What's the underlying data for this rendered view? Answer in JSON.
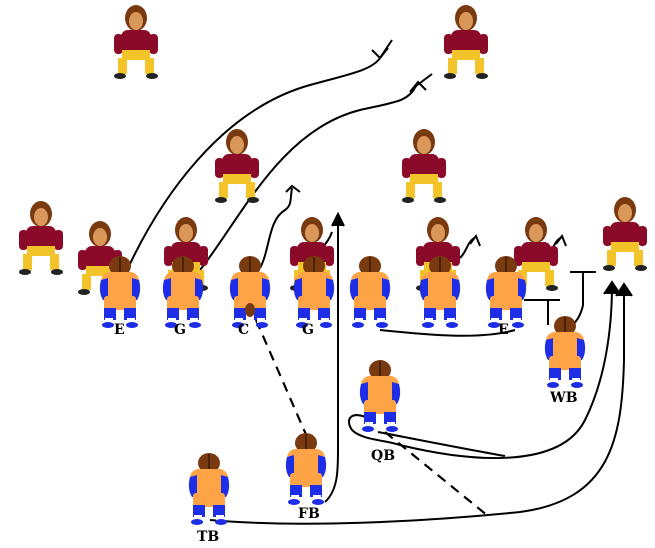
{
  "diagram": {
    "labels": {
      "e_left": "E",
      "g_left": "G",
      "c": "C",
      "g_right": "G",
      "e_right": "E",
      "qb": "QB",
      "wb": "WB",
      "fb": "FB",
      "tb": "TB"
    },
    "colors": {
      "offense_jersey": "#ffa347",
      "offense_trim": "#1e2ee6",
      "defense_jersey": "#8b0a2a",
      "defense_pants": "#f2c42a",
      "helmet_offense": "#7a3a10",
      "skin": "#c98a50",
      "route_line": "#000000"
    },
    "player_icons": {
      "offense": "blocker-stance-icon",
      "defense": "defender-stance-icon"
    }
  }
}
